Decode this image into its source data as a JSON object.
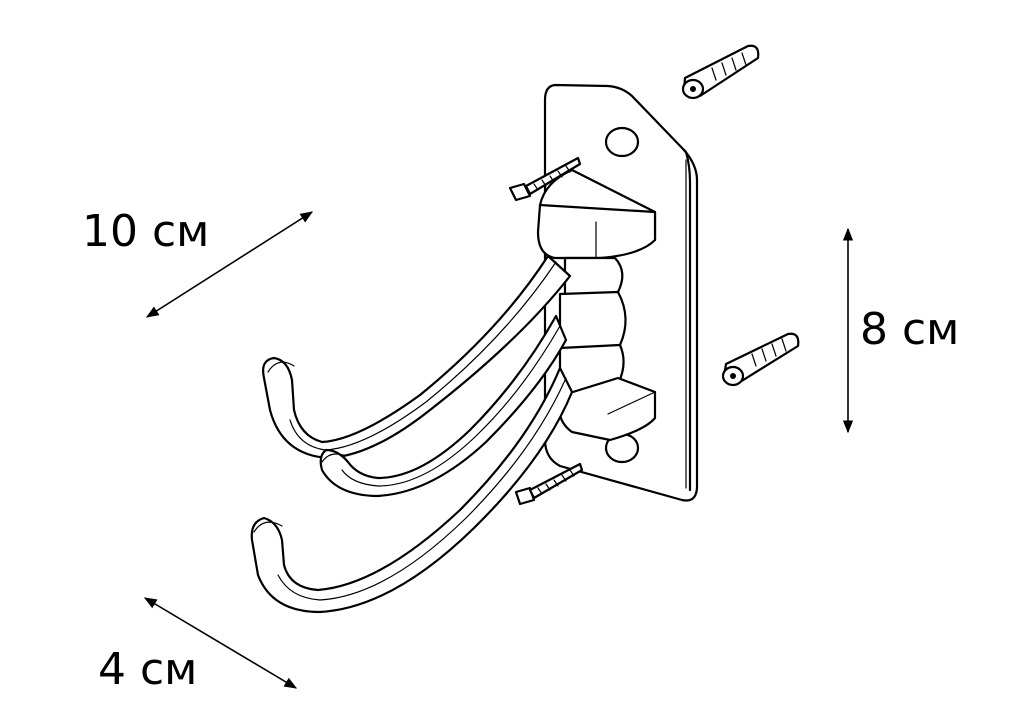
{
  "dimensions": {
    "width_label": "10 см",
    "height_label": "8 см",
    "depth_label": "4 см"
  },
  "icons": {
    "product": "triple-swivel-hook-icon",
    "screw": "wood-screw-icon",
    "wall_plug": "wall-plug-icon",
    "arrow": "double-arrow-icon"
  },
  "colors": {
    "line": "#000000",
    "background": "#ffffff"
  }
}
